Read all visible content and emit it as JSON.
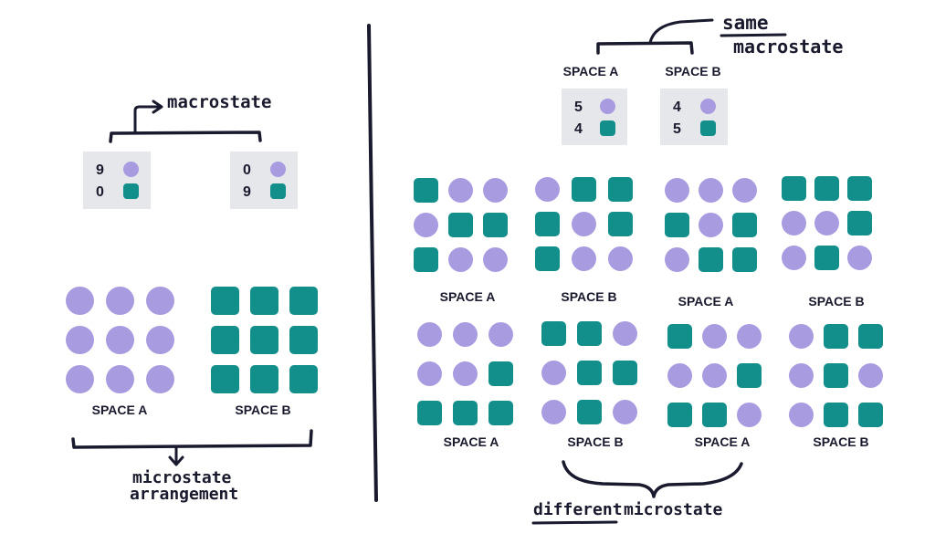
{
  "colors": {
    "purple": "#a99be0",
    "teal": "#128f8b",
    "ink": "#1a1a2e",
    "panel": "#e6e7ea"
  },
  "annotations": {
    "macrostate": "macrostate",
    "microstate_arrangement_1": "microstate",
    "microstate_arrangement_2": "arrangement",
    "same_1": "same",
    "same_2": "macrostate",
    "different": "different",
    "microstate": "microstate"
  },
  "left": {
    "boxes": [
      {
        "purple": "9",
        "teal": "0"
      },
      {
        "purple": "0",
        "teal": "9"
      }
    ],
    "grids": [
      {
        "label": "SPACE A",
        "cells": [
          "c",
          "c",
          "c",
          "c",
          "c",
          "c",
          "c",
          "c",
          "c"
        ]
      },
      {
        "label": "SPACE B",
        "cells": [
          "s",
          "s",
          "s",
          "s",
          "s",
          "s",
          "s",
          "s",
          "s"
        ]
      }
    ]
  },
  "right": {
    "header_labels": [
      "SPACE A",
      "SPACE B"
    ],
    "boxes": [
      {
        "purple": "5",
        "teal": "4"
      },
      {
        "purple": "4",
        "teal": "5"
      }
    ],
    "grids": [
      {
        "label": "SPACE A",
        "cells": [
          "s",
          "c",
          "c",
          "c",
          "s",
          "s",
          "s",
          "c",
          "c"
        ]
      },
      {
        "label": "SPACE B",
        "cells": [
          "c",
          "s",
          "s",
          "s",
          "c",
          "s",
          "s",
          "c",
          "c"
        ]
      },
      {
        "label": "SPACE A",
        "cells": [
          "c",
          "c",
          "c",
          "s",
          "c",
          "s",
          "c",
          "s",
          "s"
        ]
      },
      {
        "label": "SPACE B",
        "cells": [
          "s",
          "s",
          "s",
          "c",
          "c",
          "s",
          "c",
          "s",
          "c"
        ]
      },
      {
        "label": "SPACE A",
        "cells": [
          "c",
          "c",
          "c",
          "c",
          "c",
          "s",
          "s",
          "s",
          "s"
        ]
      },
      {
        "label": "SPACE B",
        "cells": [
          "s",
          "s",
          "c",
          "c",
          "s",
          "s",
          "c",
          "s",
          "c"
        ]
      },
      {
        "label": "SPACE A",
        "cells": [
          "s",
          "c",
          "c",
          "c",
          "c",
          "s",
          "s",
          "s",
          "c"
        ]
      },
      {
        "label": "SPACE B",
        "cells": [
          "c",
          "s",
          "s",
          "c",
          "s",
          "c",
          "c",
          "s",
          "s"
        ]
      }
    ]
  }
}
